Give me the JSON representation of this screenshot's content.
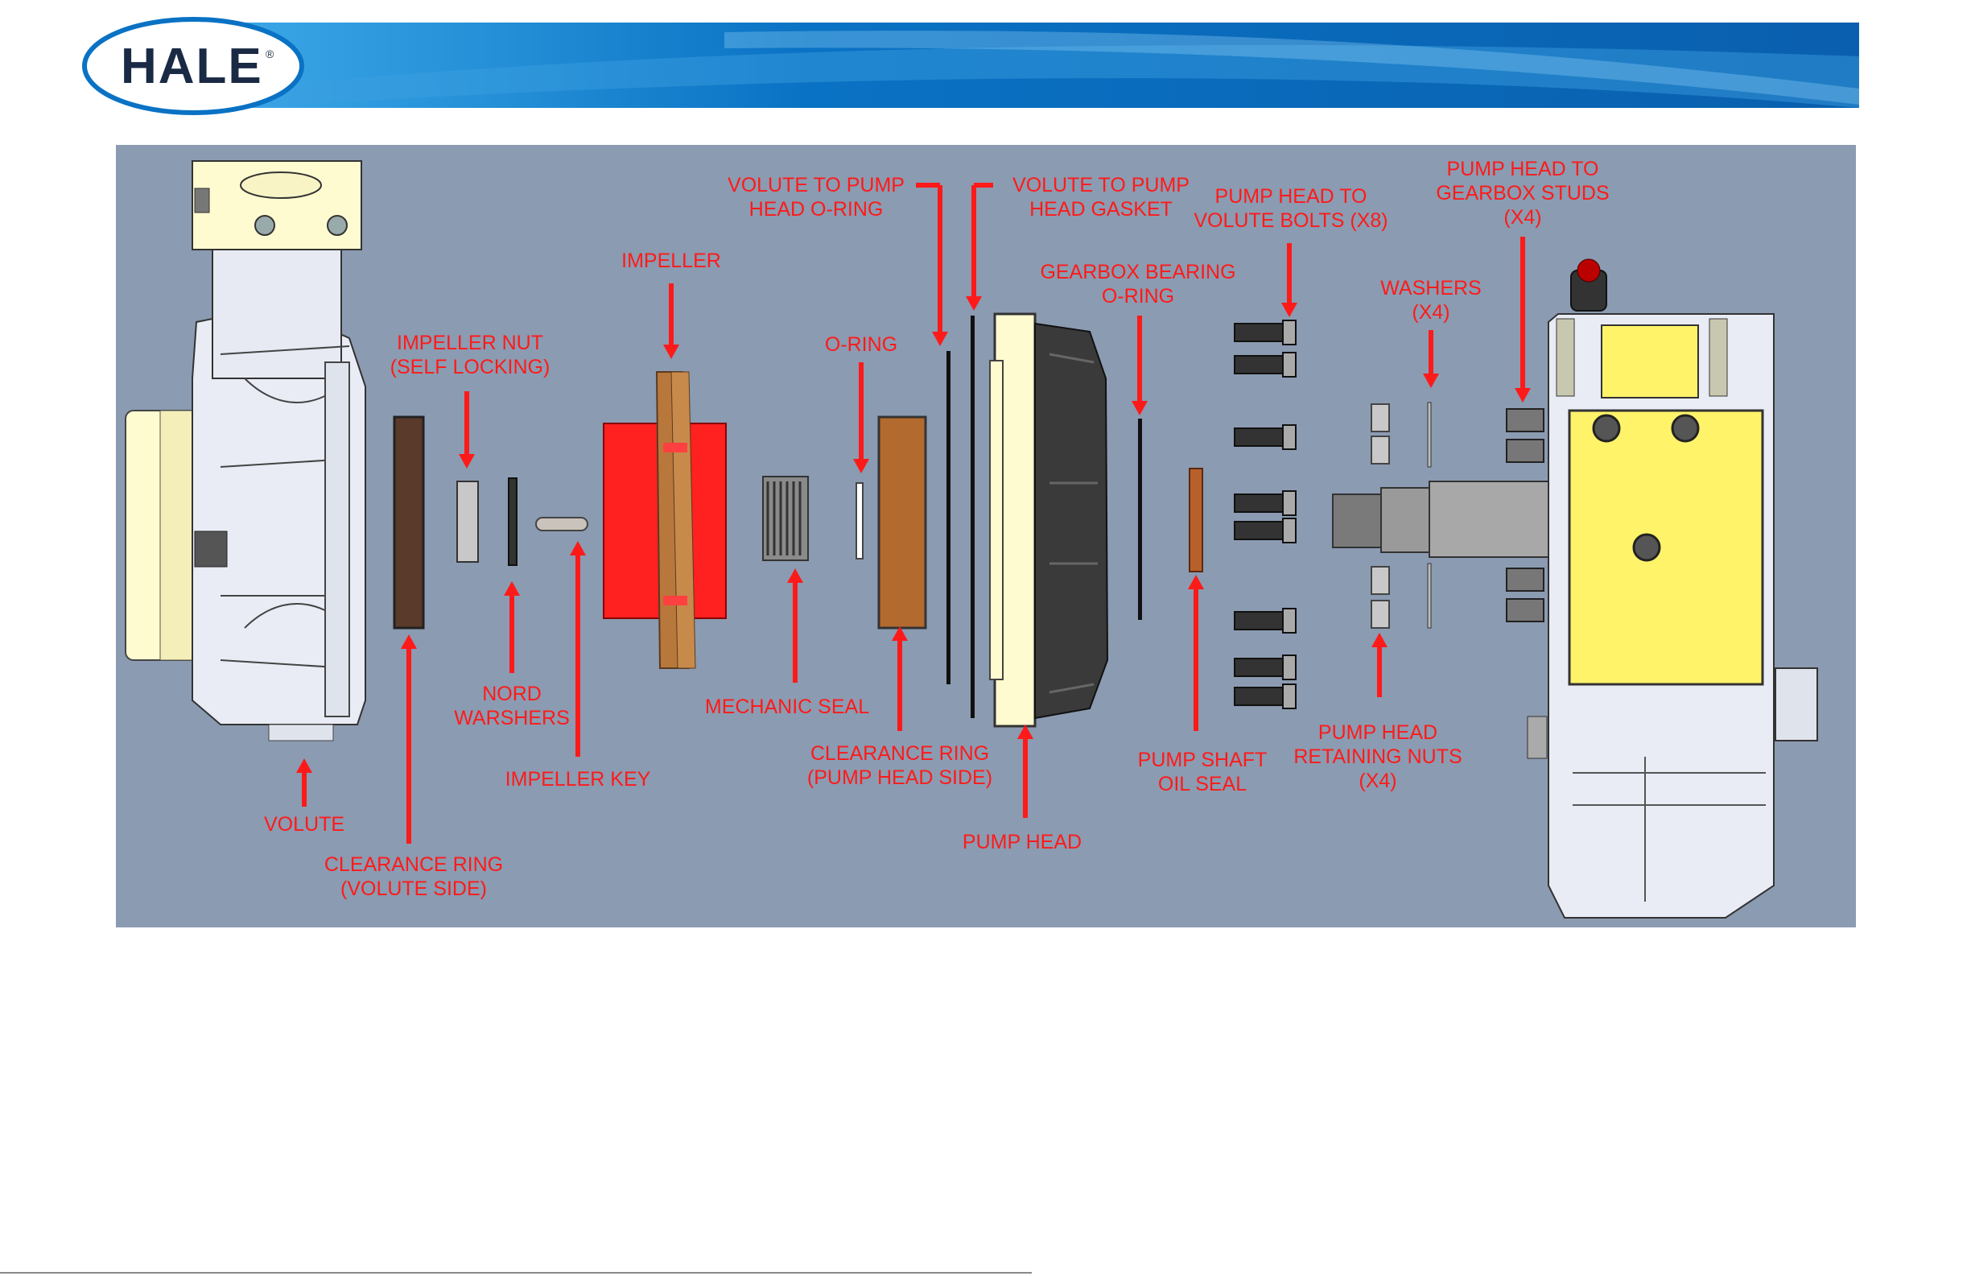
{
  "brand": {
    "logo_text": "HALE",
    "registered_mark": "®"
  },
  "colors": {
    "header_blue": "#0a68b8",
    "header_light": "#3aa6e6",
    "diagram_bg": "#8b9bb1",
    "label_red": "#ff1a1a",
    "part_cream": "#fffbd0",
    "impeller_red": "#ff2020",
    "impeller_bronze": "#b8783c",
    "clearance_ring_brown": "#5a3a2a",
    "clearance_ring_tan": "#b36a2e",
    "pump_head_dark": "#3a3a3a",
    "gearbox_yellow": "#fff36a"
  },
  "labels": {
    "volute": "VOLUTE",
    "clearance_ring_volute_1": "CLEARANCE RING",
    "clearance_ring_volute_2": "(VOLUTE SIDE)",
    "impeller_nut_1": "IMPELLER NUT",
    "impeller_nut_2": "(SELF LOCKING)",
    "nord_washers_1": "NORD",
    "nord_washers_2": "WARSHERS",
    "impeller_key": "IMPELLER KEY",
    "impeller": "IMPELLER",
    "mechanic_seal": "MECHANIC SEAL",
    "o_ring": "O-RING",
    "clearance_ring_head_1": "CLEARANCE RING",
    "clearance_ring_head_2": "(PUMP HEAD SIDE)",
    "volute_oring_1": "VOLUTE TO PUMP",
    "volute_oring_2": "HEAD O-RING",
    "volute_gasket_1": "VOLUTE TO PUMP",
    "volute_gasket_2": "HEAD GASKET",
    "pump_head": "PUMP HEAD",
    "gearbox_oring_1": "GEARBOX BEARING",
    "gearbox_oring_2": "O-RING",
    "pump_shaft_seal_1": "PUMP SHAFT",
    "pump_shaft_seal_2": "OIL SEAL",
    "head_bolts_1": "PUMP HEAD  TO",
    "head_bolts_2": "VOLUTE BOLTS (X8)",
    "retaining_nuts_1": "PUMP HEAD",
    "retaining_nuts_2": "RETAINING NUTS",
    "retaining_nuts_3": "(X4)",
    "washers_1": "WASHERS",
    "washers_2": "(X4)",
    "gearbox_studs_1": "PUMP HEAD  TO",
    "gearbox_studs_2": "GEARBOX STUDS",
    "gearbox_studs_3": "(X4)"
  }
}
